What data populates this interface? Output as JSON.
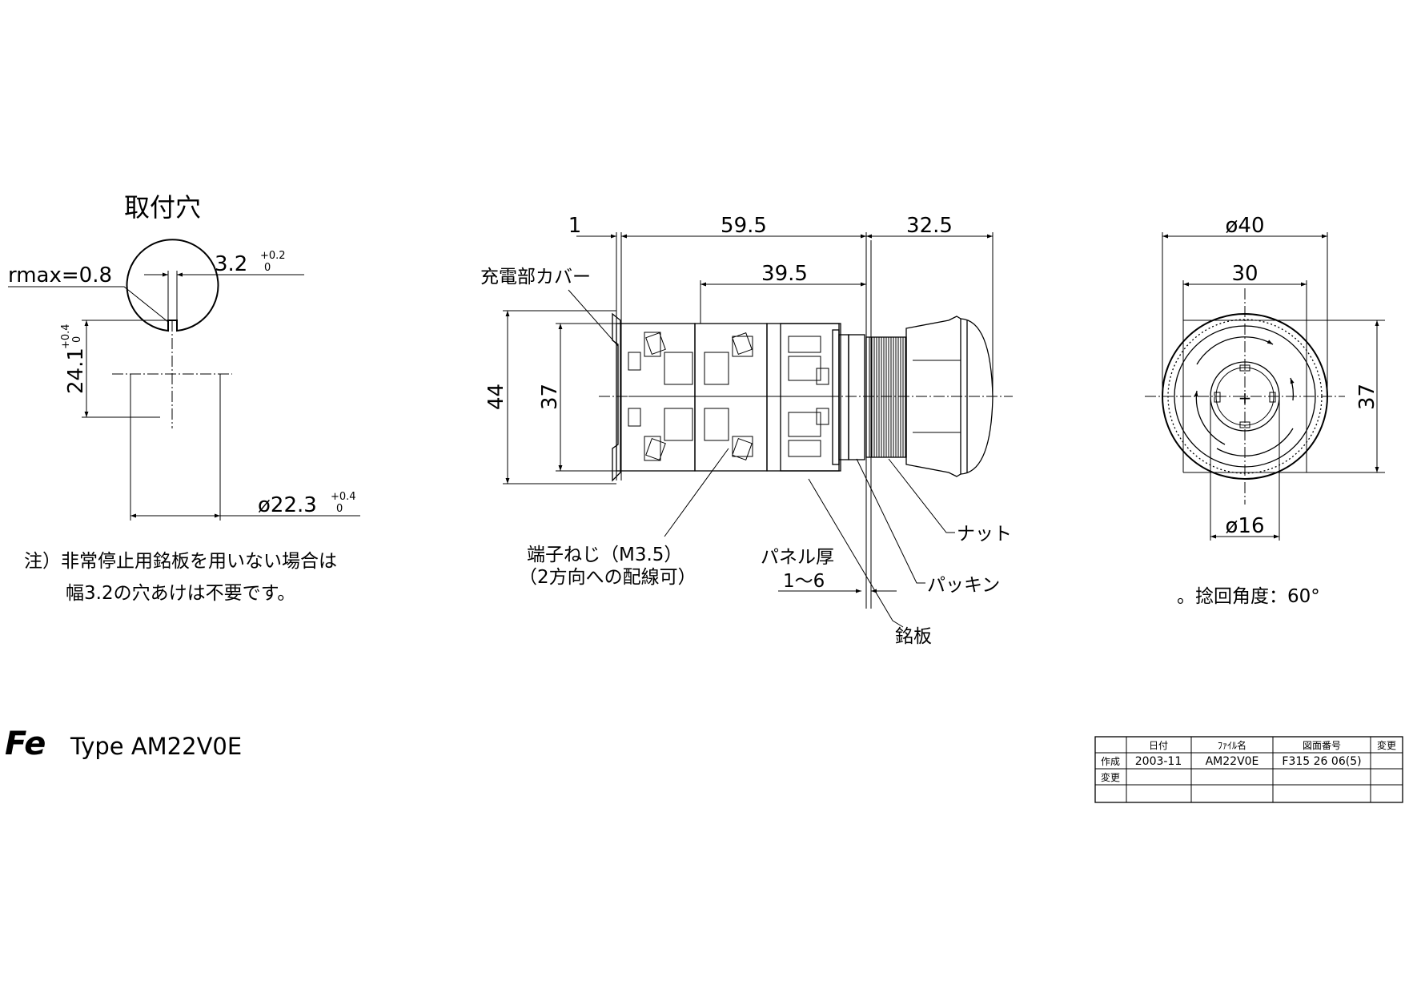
{
  "mounting": {
    "title": "取付穴",
    "rmax": "rmax=0.8",
    "width_val": "3.2",
    "width_tol_upper": "+0.2",
    "width_tol_lower": "0",
    "height_val": "24.1",
    "height_tol_upper": "+0.4",
    "height_tol_lower": "0",
    "dia_val": "ø22.3",
    "dia_tol_upper": "+0.4",
    "dia_tol_lower": "0",
    "note_line1": "注）非常停止用銘板を用いない場合は",
    "note_line2": "幅3.2の穴あけは不要です。"
  },
  "side": {
    "dim_1": "1",
    "dim_59_5": "59.5",
    "dim_32_5": "32.5",
    "dim_39_5": "39.5",
    "dim_44": "44",
    "dim_37": "37",
    "label_cover": "充電部カバー",
    "label_screw_1": "端子ねじ（M3.5）",
    "label_screw_2": "（2方向への配線可）",
    "label_panel_1": "パネル厚",
    "label_panel_2": "1～6",
    "label_nut": "ナット",
    "label_packing": "パッキン",
    "label_plate": "銘板"
  },
  "front": {
    "dim_40": "ø40",
    "dim_30": "30",
    "dim_37": "37",
    "dim_16": "ø16",
    "note": "。捻回角度：60°"
  },
  "brand": {
    "logo": "Fe",
    "type_label": "Type AM22V0E"
  },
  "title_block": {
    "headers": [
      "",
      "日付",
      "ﾌｧｲﾙ名",
      "図面番号",
      "変更"
    ],
    "rows": [
      [
        "作成",
        "2003-11",
        "AM22V0E",
        "F315 26 06(5)",
        ""
      ],
      [
        "変更",
        "",
        "",
        "",
        ""
      ],
      [
        "",
        "",
        "",
        "",
        ""
      ]
    ]
  }
}
